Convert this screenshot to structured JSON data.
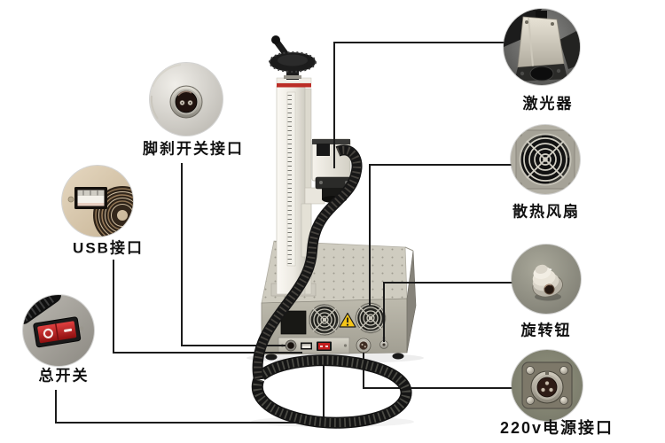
{
  "callouts": [
    {
      "id": "foot-switch-port",
      "label": "脚刹开关接口"
    },
    {
      "id": "usb-port",
      "label": "USB接口"
    },
    {
      "id": "main-switch",
      "label": "总开关"
    },
    {
      "id": "laser-unit",
      "label": "激光器"
    },
    {
      "id": "cooling-fan",
      "label": "散热风扇"
    },
    {
      "id": "rotary-knob",
      "label": "旋转钮"
    },
    {
      "id": "power-socket",
      "label": "220v电源接口"
    }
  ],
  "colors": {
    "background": "#ffffff",
    "callout_line": "#1b1b1b",
    "label_text": "#111111",
    "switch_red": "#c41e1e",
    "warning_yellow": "#f5c518",
    "column_stripe_red": "#bb2d26"
  }
}
